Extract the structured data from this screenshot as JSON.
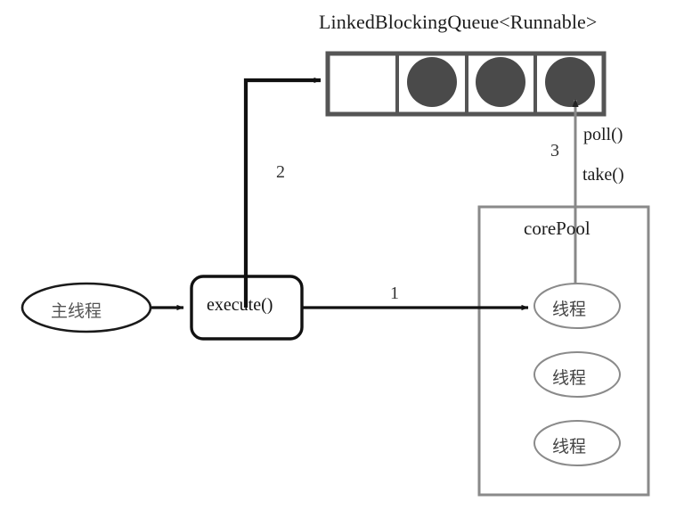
{
  "diagram": {
    "title": "LinkedBlockingQueue<Runnable>",
    "queue": {
      "name": "LinkedBlockingQueue<Runnable>",
      "cells": [
        {
          "filled": false
        },
        {
          "filled": true
        },
        {
          "filled": true
        },
        {
          "filled": true
        }
      ],
      "cell_fill_color": "#4a4a4a",
      "border_color": "#555555"
    },
    "main_thread": {
      "label": "主线程"
    },
    "execute_node": {
      "label": "execute()"
    },
    "core_pool": {
      "label": "corePool",
      "threads": [
        {
          "label": "线程"
        },
        {
          "label": "线程"
        },
        {
          "label": "线程"
        }
      ],
      "border_color": "#777777"
    },
    "edges": [
      {
        "id": "edge-execute-to-thread",
        "label": "1",
        "from": "execute()",
        "to": "线程",
        "color": "#111111"
      },
      {
        "id": "edge-execute-to-queue",
        "label": "2",
        "from": "execute()",
        "to": "LinkedBlockingQueue<Runnable>",
        "color": "#111111"
      },
      {
        "id": "edge-thread-to-queue",
        "label": "3",
        "from": "线程",
        "to": "LinkedBlockingQueue<Runnable>",
        "color": "#777777"
      },
      {
        "id": "edge-main-to-execute",
        "label": "",
        "from": "主线程",
        "to": "execute()",
        "color": "#111111"
      }
    ],
    "annotations": {
      "poll": "poll()",
      "take": "take()"
    }
  }
}
